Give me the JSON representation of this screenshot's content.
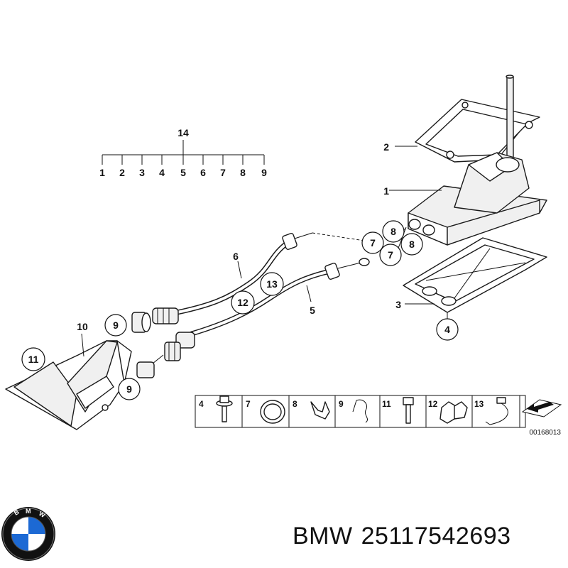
{
  "diagram": {
    "group_label": "14",
    "group_items": [
      "1",
      "2",
      "3",
      "4",
      "5",
      "6",
      "7",
      "8",
      "9"
    ],
    "callouts": {
      "c1": "1",
      "c2": "2",
      "c3": "3",
      "c4": "4",
      "c5": "5",
      "c6": "6",
      "c7a": "7",
      "c7b": "7",
      "c8a": "8",
      "c8b": "8",
      "c9a": "9",
      "c9b": "9",
      "c10": "10",
      "c11": "11",
      "c12": "12",
      "c13": "13"
    },
    "legend": [
      "4",
      "7",
      "8",
      "9",
      "11",
      "12",
      "13"
    ],
    "image_code": "00168013"
  },
  "footer": {
    "brand": "BMW",
    "part_number": "25117542693"
  },
  "icons": {
    "logo": "bmw-roundel-icon",
    "arrow": "direction-arrow-icon"
  },
  "colors": {
    "bmw_blue": "#1c69d4",
    "bmw_ring": "#111111"
  }
}
